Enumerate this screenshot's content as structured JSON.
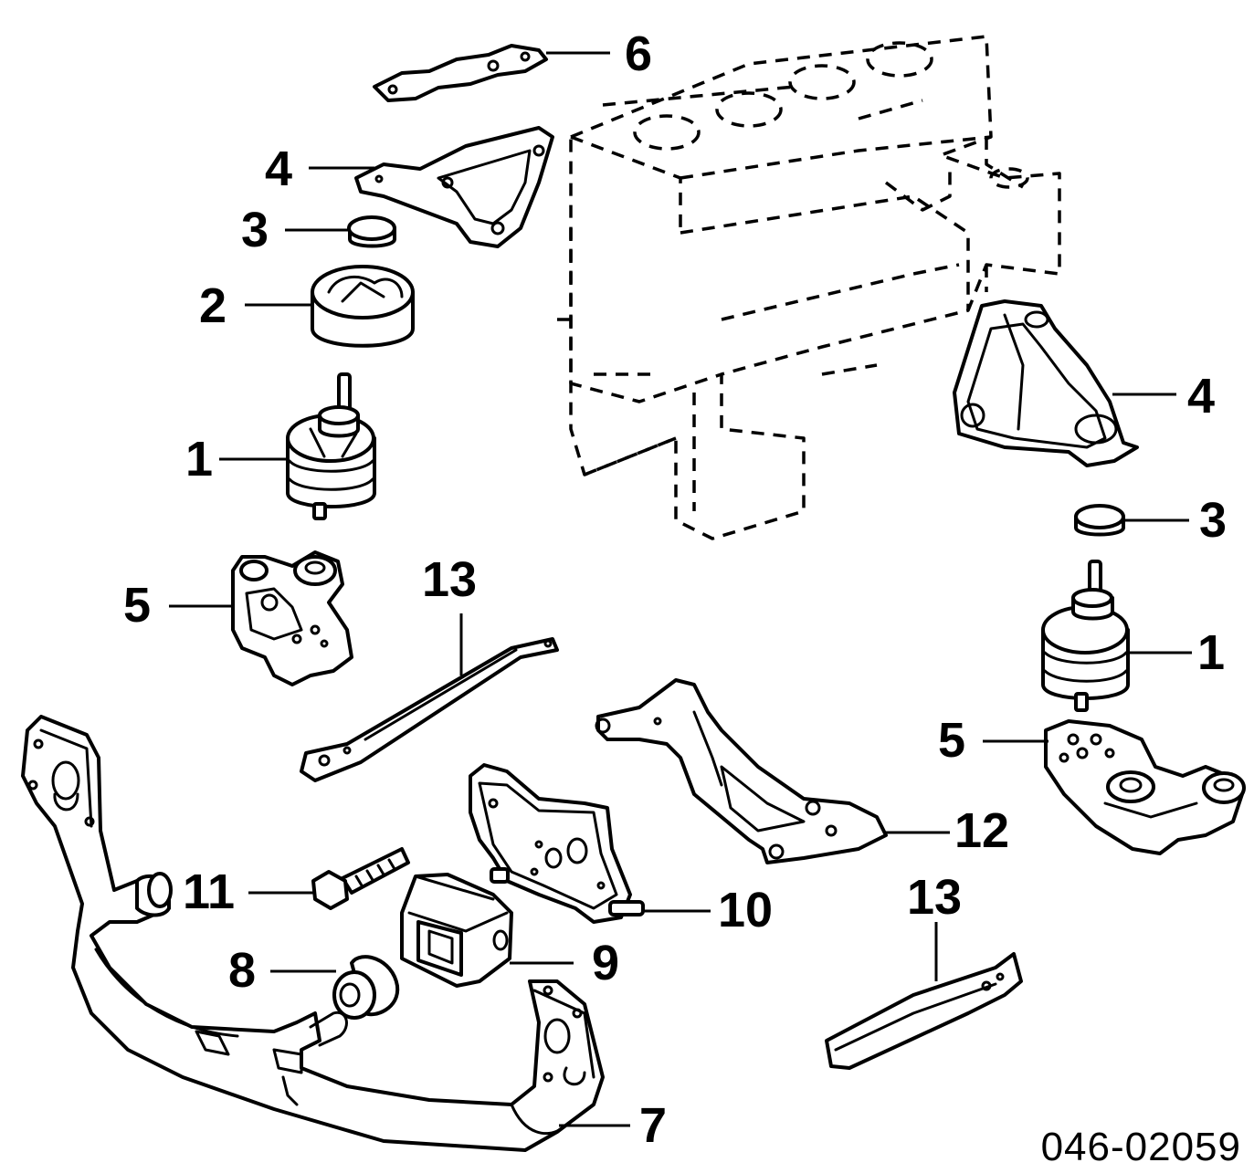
{
  "callouts": {
    "c6": "6",
    "c4_left": "4",
    "c3_left": "3",
    "c2": "2",
    "c1_left": "1",
    "c5_left": "5",
    "c13_upper": "13",
    "c4_right": "4",
    "c3_right": "3",
    "c1_right": "1",
    "c5_right": "5",
    "c12": "12",
    "c11": "11",
    "c10": "10",
    "c9": "9",
    "c8": "8",
    "c13_lower": "13",
    "c7": "7"
  },
  "diagram_code": "046-02059"
}
